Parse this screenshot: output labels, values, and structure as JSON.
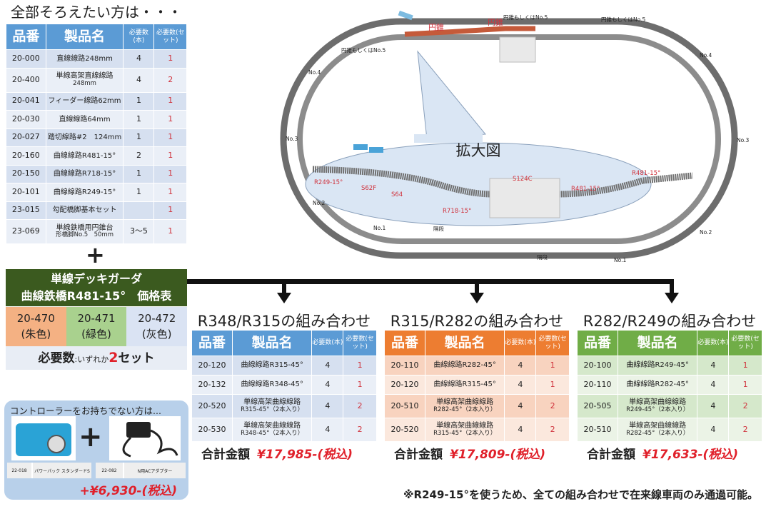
{
  "full_set": {
    "title": "全部そろえたい方は・・・",
    "headers": [
      "品番",
      "製品名",
      "必要数(本)",
      "必要数(セット)"
    ],
    "rows": [
      {
        "code": "20-000",
        "name": "直線線路248mm",
        "sub": "",
        "qty": "4",
        "sets": "1"
      },
      {
        "code": "20-400",
        "name": "単線高架直線線路",
        "sub": "248mm",
        "qty": "4",
        "sets": "2"
      },
      {
        "code": "20-041",
        "name": "フィーダー線路62mm",
        "sub": "",
        "qty": "1",
        "sets": "1"
      },
      {
        "code": "20-030",
        "name": "直線線路64mm",
        "sub": "",
        "qty": "1",
        "sets": "1"
      },
      {
        "code": "20-027",
        "name": "踏切線路#2　124mm",
        "sub": "",
        "qty": "1",
        "sets": "1"
      },
      {
        "code": "20-160",
        "name": "曲線線路R481-15°",
        "sub": "",
        "qty": "2",
        "sets": "1"
      },
      {
        "code": "20-150",
        "name": "曲線線路R718-15°",
        "sub": "",
        "qty": "1",
        "sets": "1"
      },
      {
        "code": "20-101",
        "name": "曲線線路R249-15°",
        "sub": "",
        "qty": "1",
        "sets": "1"
      },
      {
        "code": "23-015",
        "name": "勾配橋脚基本セット",
        "sub": "",
        "qty": "",
        "sets": "1"
      },
      {
        "code": "23-069",
        "name": "単線鉄橋用円錐台",
        "sub": "形橋脚No.5　50mm",
        "qty": "3～5",
        "sets": "1"
      }
    ]
  },
  "plus": "+",
  "deck_girder": {
    "title_line1": "単線デッキガーダ",
    "title_line2": "曲線鉄橋R481-15°　価格表",
    "variants": [
      {
        "code": "20-470",
        "color": "(朱色)"
      },
      {
        "code": "20-471",
        "color": "(緑色)"
      },
      {
        "code": "20-472",
        "color": "(灰色)"
      }
    ],
    "required_label": "必要数",
    "required_text": ":いずれか",
    "required_num": "2",
    "required_unit": "セット"
  },
  "controller": {
    "title": "コントローラーをお持ちでない方は...",
    "items": [
      {
        "code": "22-018",
        "name": "パワーパック スタンダードS"
      },
      {
        "code": "22-082",
        "name": "N用ACアダプター"
      }
    ],
    "plus": "+",
    "price": "+¥6,930-(税込)"
  },
  "combos": [
    {
      "title": "R348/R315の組み合わせ",
      "theme": "blue",
      "rows": [
        {
          "code": "20-120",
          "name": "曲線線路R315-45°",
          "sub": "",
          "qty": "4",
          "sets": "1"
        },
        {
          "code": "20-132",
          "name": "曲線線路R348-45°",
          "sub": "",
          "qty": "4",
          "sets": "1"
        },
        {
          "code": "20-520",
          "name": "単線高架曲線線路",
          "sub": "R315-45°（2本入り）",
          "qty": "4",
          "sets": "2"
        },
        {
          "code": "20-530",
          "name": "単線高架曲線線路",
          "sub": "R348-45°（2本入り）",
          "qty": "4",
          "sets": "2"
        }
      ],
      "total_label": "合計金額",
      "total": "¥17,985-(税込)"
    },
    {
      "title": "R315/R282の組み合わせ",
      "theme": "orange",
      "rows": [
        {
          "code": "20-110",
          "name": "曲線線路R282-45°",
          "sub": "",
          "qty": "4",
          "sets": "1"
        },
        {
          "code": "20-120",
          "name": "曲線線路R315-45°",
          "sub": "",
          "qty": "4",
          "sets": "1"
        },
        {
          "code": "20-510",
          "name": "単線高架曲線線路",
          "sub": "R282-45°（2本入り）",
          "qty": "4",
          "sets": "2"
        },
        {
          "code": "20-520",
          "name": "単線高架曲線線路",
          "sub": "R315-45°（2本入り）",
          "qty": "4",
          "sets": "2"
        }
      ],
      "total_label": "合計金額",
      "total": "¥17,809-(税込)"
    },
    {
      "title": "R282/R249の組み合わせ",
      "theme": "green",
      "rows": [
        {
          "code": "20-100",
          "name": "曲線線路R249-45°",
          "sub": "",
          "qty": "4",
          "sets": "1"
        },
        {
          "code": "20-110",
          "name": "曲線線路R282-45°",
          "sub": "",
          "qty": "4",
          "sets": "1"
        },
        {
          "code": "20-505",
          "name": "単線高架曲線線路",
          "sub": "R249-45°（2本入り）",
          "qty": "4",
          "sets": "2"
        },
        {
          "code": "20-510",
          "name": "単線高架曲線線路",
          "sub": "R282-45°（2本入り）",
          "qty": "4",
          "sets": "2"
        }
      ],
      "total_label": "合計金額",
      "total": "¥17,633-(税込)"
    }
  ],
  "layout_diagram": {
    "zoom_label": "拡大図",
    "labels": {
      "cone1": "円錐",
      "cone2": "円錐",
      "cone_or_no5_a": "円錐もしくはNo.5",
      "cone_or_no5_b": "円錐もしくはNo.5",
      "cone_or_no5_c": "円錐もしくはNo.5",
      "no4_left": "No.4",
      "no4_right": "No.4",
      "no3_left": "No.3",
      "no3_right": "No.3",
      "no2_left": "No.2",
      "no2_right": "No.2",
      "no1_left": "No.1",
      "no1_right": "No.1",
      "step_top": "隔段",
      "step_bottom": "隔段",
      "r249": "R249-15°",
      "s62f": "S62F",
      "s64": "S64",
      "r718": "R718-15°",
      "s124c": "S124C",
      "r481a": "R481-15°",
      "r481b": "R481-15°"
    }
  },
  "footnote": "※R249-15°を使うため、全ての組み合わせで在来線車両のみ通過可能。",
  "colors": {
    "blue": "#5b9bd5",
    "orange": "#ed7d31",
    "green": "#70ad47",
    "dark_green": "#3b5a1f",
    "price_red": "#e0202a"
  }
}
